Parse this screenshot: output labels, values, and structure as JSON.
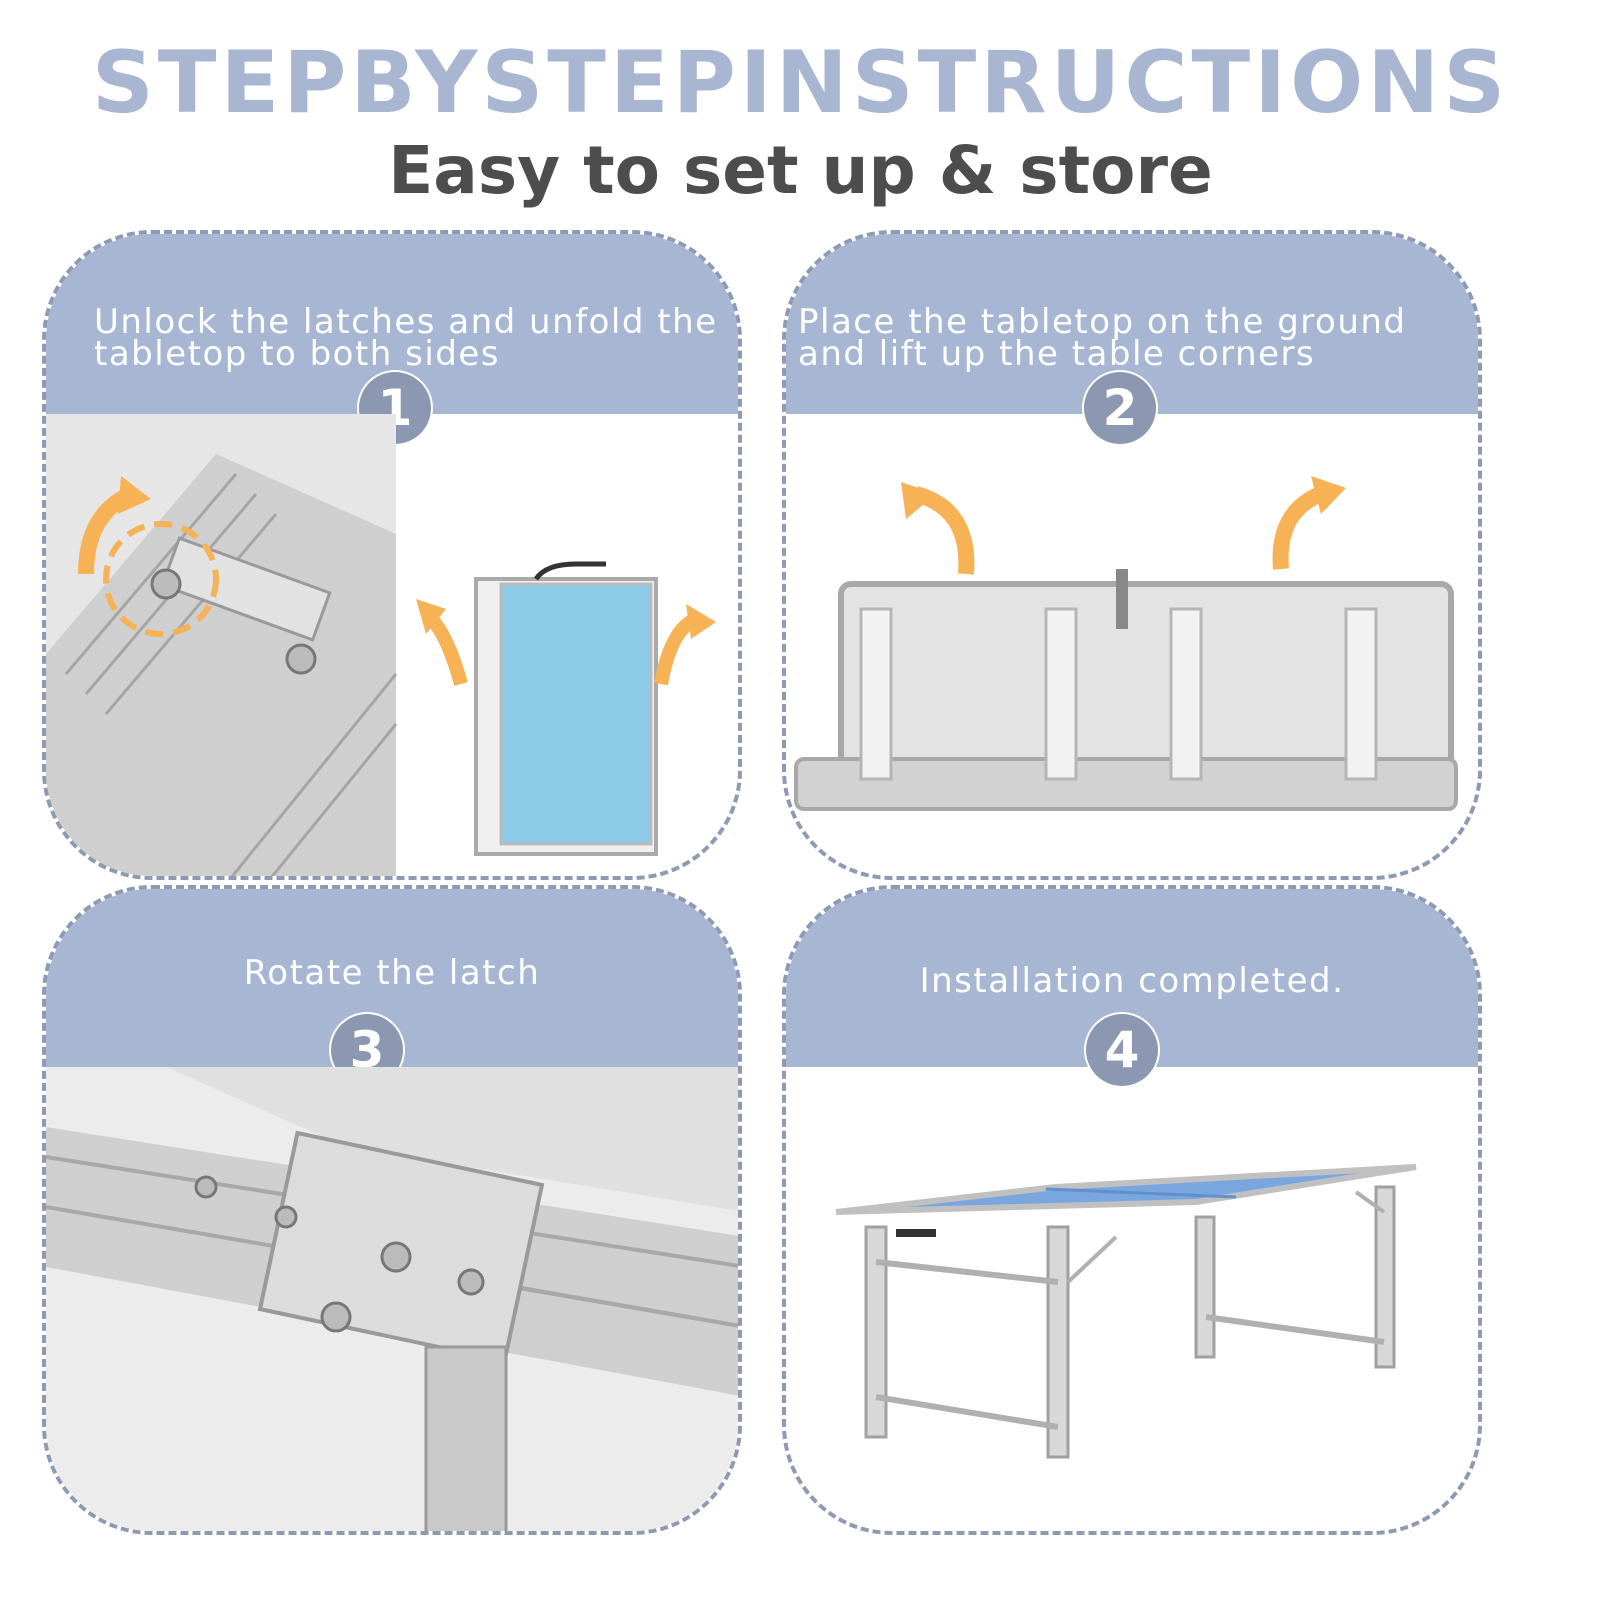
{
  "header": {
    "title": "STEPBYSTEPINSTRUCTIONS",
    "subtitle": "Easy to set up & store"
  },
  "steps": [
    {
      "number": "1",
      "caption_lines": [
        "Unlock the latches and unfold the",
        "tabletop to both sides"
      ]
    },
    {
      "number": "2",
      "caption_lines": [
        "Place the tabletop on the ground",
        "and lift up the table corners"
      ]
    },
    {
      "number": "3",
      "caption_lines": [
        "Rotate the latch"
      ]
    },
    {
      "number": "4",
      "caption_lines": [
        "Installation completed."
      ]
    }
  ],
  "colors": {
    "title": "#a9b6d1",
    "subtitle": "#4d4d4d",
    "band": "#a7b6d3",
    "badge": "#8c98b2",
    "card_border": "#8e9ab3",
    "arrow": "#f6b254",
    "tabletop_blue": "#7aa6e0",
    "aluminum": "#c9c9c9"
  },
  "icons": [
    "curved-arrow-icon",
    "latch-highlight-circle-icon"
  ]
}
